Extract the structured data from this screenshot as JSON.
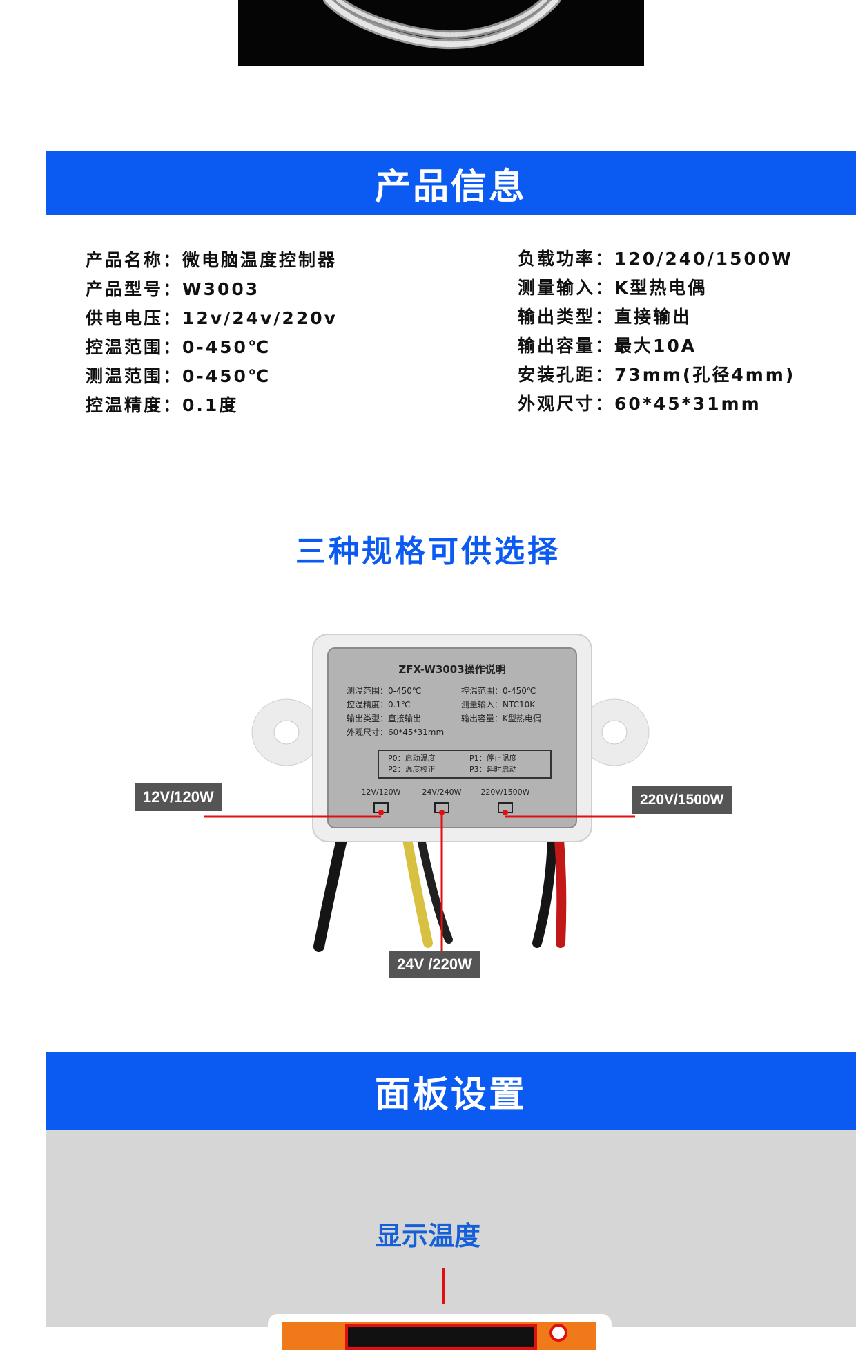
{
  "sections": {
    "product_info_title": "产品信息",
    "options_title": "三种规格可供选择",
    "panel_title": "面板设置",
    "display_temp_label": "显示温度"
  },
  "product_info": {
    "left": [
      "产品名称：微电脑温度控制器",
      "产品型号：W3003",
      "供电电压：12v/24v/220v",
      "控温范围：0-450℃",
      "测温范围：0-450℃",
      "控温精度：0.1度"
    ],
    "right": [
      "负载功率：120/240/1500W",
      "测量输入：K型热电偶",
      "输出类型：直接输出",
      "输出容量：最大10A",
      "安装孔距：73mm(孔径4mm)",
      "外观尺寸：60*45*31mm"
    ]
  },
  "device_label": {
    "title": "ZFX-W3003操作说明",
    "lines_left": [
      "测温范围：0-450℃",
      "控温精度：0.1℃",
      "输出类型：直接输出",
      "外观尺寸：60*45*31mm"
    ],
    "lines_right": [
      "控温范围：0-450℃",
      "测量输入：NTC10K",
      "输出容量：K型热电偶"
    ],
    "params": [
      "P0：启动温度",
      "P1：停止温度",
      "P2：温度校正",
      "P3：延时启动"
    ],
    "terminals": [
      "12V/120W",
      "24V/240W",
      "220V/1500W"
    ]
  },
  "callouts": {
    "left": "12V/120W",
    "right": "220V/1500W",
    "bottom": "24V /220W"
  },
  "colors": {
    "brand_blue": "#0b5bf3",
    "callout_red": "#e01010",
    "callout_bg": "#555555"
  }
}
